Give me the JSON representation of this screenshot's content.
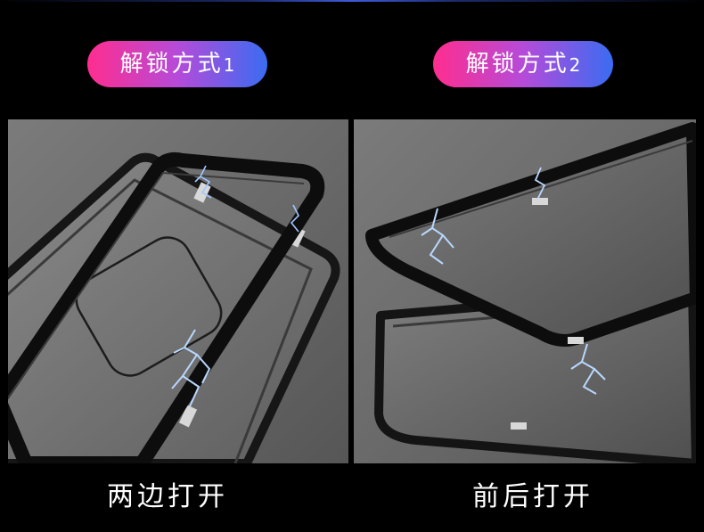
{
  "labels": [
    {
      "title": "解锁方式",
      "number": "1",
      "caption": "两边打开"
    },
    {
      "title": "解锁方式",
      "number": "2",
      "caption": "前后打开"
    }
  ],
  "colors": {
    "background": "#000000",
    "pill_gradient_start": "#ff2d8f",
    "pill_gradient_end": "#3a6cf2",
    "panel_gray": "#6a6a6a",
    "frame_black": "#111111",
    "lightning": "#9fc8ff"
  },
  "icons": [
    "lightning-bolt-icon"
  ]
}
